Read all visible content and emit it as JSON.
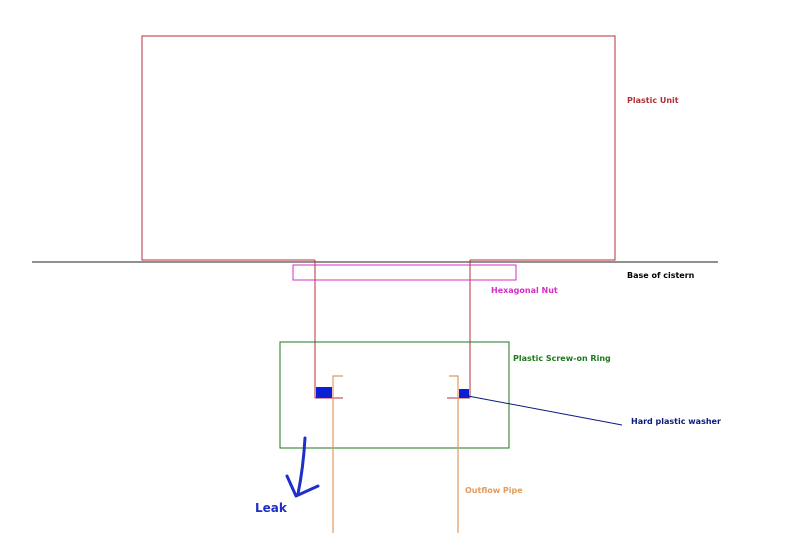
{
  "labels": {
    "plastic_unit": "Plastic Unit",
    "base_of_cistern": "Base of cistern",
    "hexagonal_nut": "Hexagonal Nut",
    "screw_on_ring": "Plastic Screw-on Ring",
    "washer": "Hard plastic washer",
    "outflow_pipe": "Outflow Pipe",
    "leak": "Leak"
  },
  "colors": {
    "plastic_unit": "#b3303a",
    "base_line": "#222222",
    "base_label": "#000000",
    "hexagonal_nut": "#d42fc4",
    "screw_on_ring": "#1f7a1f",
    "washer": "#0a1fd6",
    "washer_label": "#0a1a7a",
    "outflow_pipe": "#e39a5a",
    "leak": "#1f2fc8"
  },
  "icons": {
    "leak_arrow": "leak-arrow-icon"
  }
}
